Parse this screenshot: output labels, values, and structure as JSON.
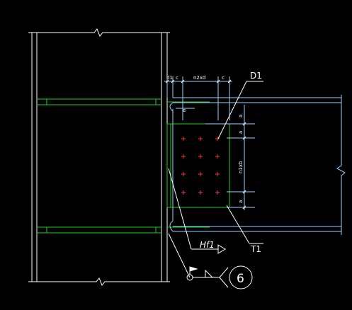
{
  "drawing": {
    "labels": {
      "d1": "D1",
      "t1": "T1",
      "hf1": "Hf1",
      "weld_no": "6"
    },
    "dimensions": {
      "top_d1": "d1",
      "top_c": "c",
      "top_n2xd": "n2xd",
      "top_c2": "c",
      "flange_e": "e",
      "side_a": "a",
      "side_a2": "a",
      "side_n1xb": "n1xb",
      "side_a3": "a"
    },
    "colors": {
      "background": "#000000",
      "column": "#ffffff",
      "stiffener": "#22cc22",
      "beam": "#9ad0ff",
      "bolt": "#ff3333",
      "annotation": "#ffffff"
    }
  }
}
